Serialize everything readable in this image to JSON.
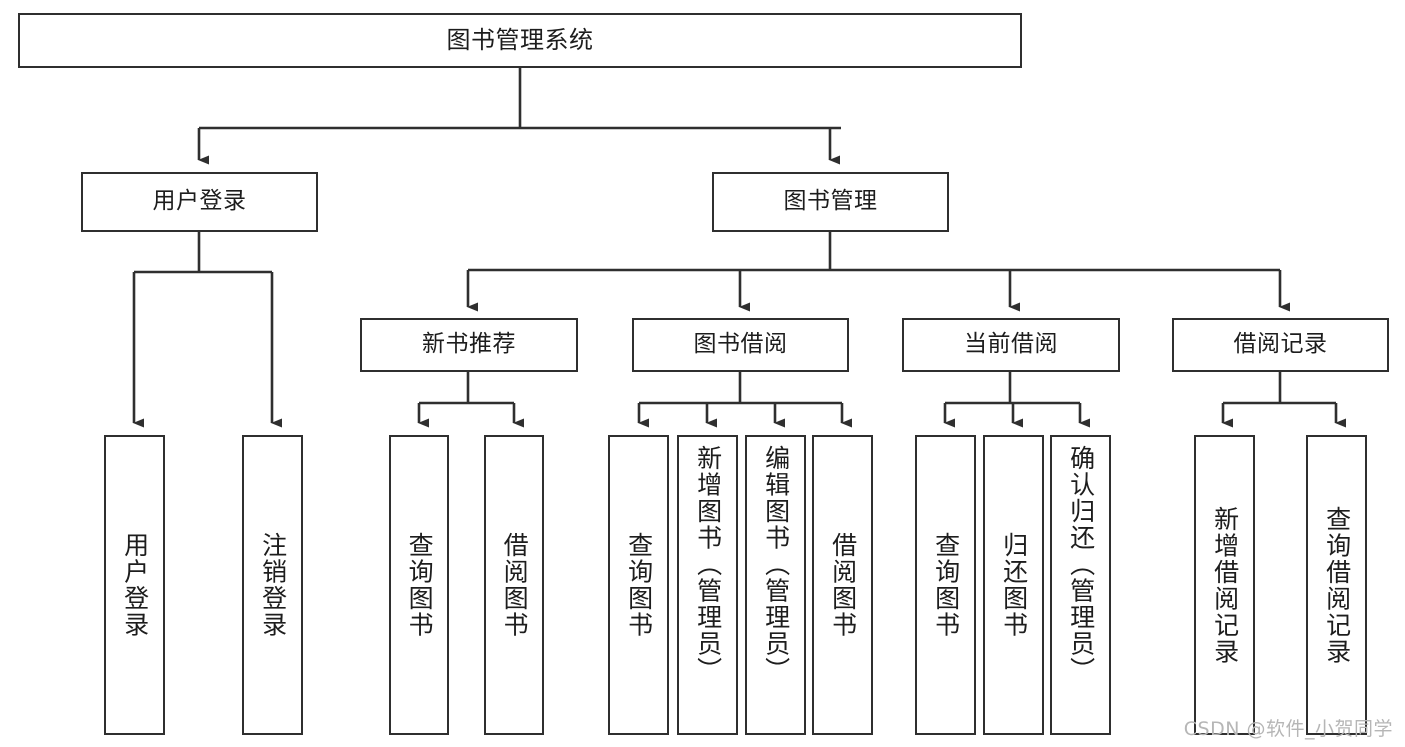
{
  "diagram": {
    "title": "图书管理系统",
    "watermark": "CSDN @软件_小贺同学",
    "colors": {
      "stroke": "#2f2f2f",
      "fill": "#ffffff",
      "text": "#1d1d1d",
      "watermark": "#b6b6b6"
    },
    "nodes": {
      "root": {
        "label": "图书管理系统",
        "orientation": "horizontal"
      },
      "level2": [
        {
          "label": "用户登录",
          "orientation": "horizontal"
        },
        {
          "label": "图书管理",
          "orientation": "horizontal"
        }
      ],
      "level3": [
        {
          "label": "新书推荐",
          "orientation": "horizontal"
        },
        {
          "label": "图书借阅",
          "orientation": "horizontal"
        },
        {
          "label": "当前借阅",
          "orientation": "horizontal"
        },
        {
          "label": "借阅记录",
          "orientation": "horizontal"
        }
      ],
      "leaves": {
        "user_login": [
          {
            "label": "用户登录",
            "orientation": "vertical"
          },
          {
            "label": "注销登录",
            "orientation": "vertical"
          }
        ],
        "new_book_recommend": [
          {
            "label": "查询图书",
            "orientation": "vertical"
          },
          {
            "label": "借阅图书",
            "orientation": "vertical"
          }
        ],
        "book_borrow": [
          {
            "label": "查询图书",
            "orientation": "vertical"
          },
          {
            "label": "新增图书（管理员）",
            "orientation": "vertical"
          },
          {
            "label": "编辑图书（管理员）",
            "orientation": "vertical"
          },
          {
            "label": "借阅图书",
            "orientation": "vertical"
          }
        ],
        "current_borrow": [
          {
            "label": "查询图书",
            "orientation": "vertical"
          },
          {
            "label": "归还图书",
            "orientation": "vertical"
          },
          {
            "label": "确认归还（管理员）",
            "orientation": "vertical"
          }
        ],
        "borrow_record": [
          {
            "label": "新增借阅记录",
            "orientation": "vertical"
          },
          {
            "label": "查询借阅记录",
            "orientation": "vertical"
          }
        ]
      }
    }
  }
}
